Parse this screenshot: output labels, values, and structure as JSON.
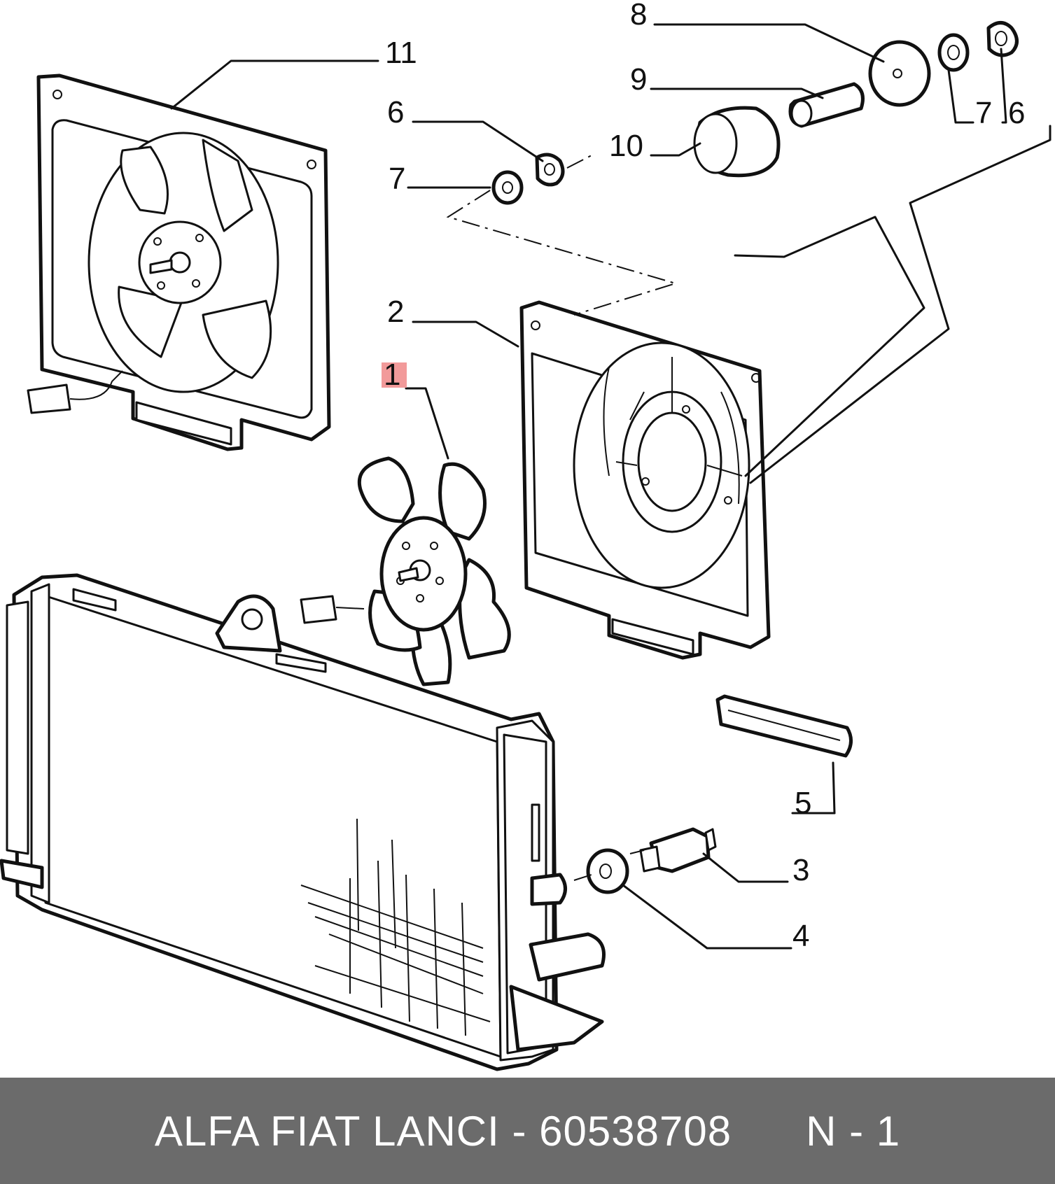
{
  "diagram": {
    "callouts": {
      "c1": "1",
      "c2": "2",
      "c3": "3",
      "c4": "4",
      "c5": "5",
      "c6a": "6",
      "c6b": "6",
      "c7a": "7",
      "c7b": "7",
      "c8": "8",
      "c9": "9",
      "c10": "10",
      "c11": "11"
    },
    "highlight_color": "#f29a9a"
  },
  "footer": {
    "brand": "ALFA FIAT LANCI",
    "separator": "-",
    "part_number": "60538708",
    "position_label": "N - 1",
    "background": "#6b6b6b"
  }
}
